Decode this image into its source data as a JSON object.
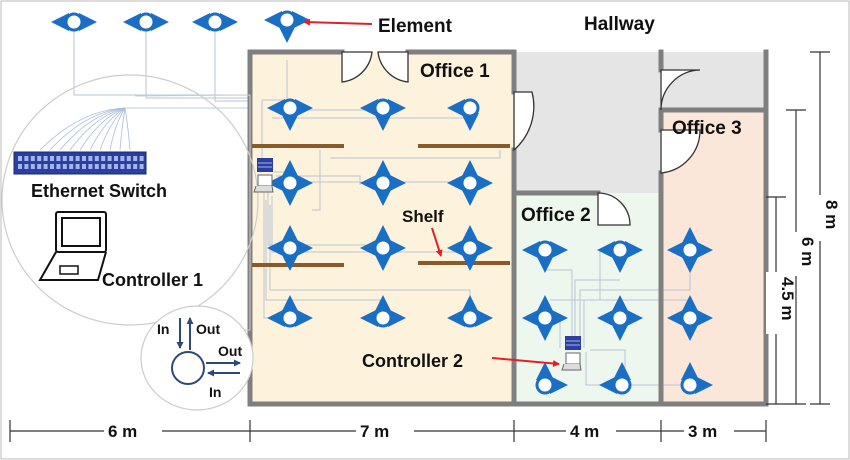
{
  "labels": {
    "element": "Element",
    "hallway": "Hallway",
    "office1": "Office 1",
    "office2": "Office 2",
    "office3": "Office 3",
    "ethernet_switch": "Ethernet Switch",
    "controller1": "Controller 1",
    "controller2": "Controller 2",
    "shelf": "Shelf",
    "in_top": "In",
    "out_top": "Out",
    "out_right": "Out",
    "in_bottom": "In"
  },
  "dimensions": {
    "bottom": [
      "6 m",
      "7 m",
      "4 m",
      "3 m"
    ],
    "right": [
      "8 m",
      "6 m",
      "4.5 m"
    ]
  },
  "colors": {
    "element_blue": "#1a6fc4",
    "wall_gray": "#7f7f7f",
    "office1_fill": "#fdf2dc",
    "office2_fill": "#eef7ee",
    "office3_fill": "#fbe6da",
    "hallway_room_fill": "#e5e5e5",
    "shelf_brown": "#8b5a2b",
    "arrow_red": "#e0202a",
    "switch_blue": "#2a3f9f"
  }
}
